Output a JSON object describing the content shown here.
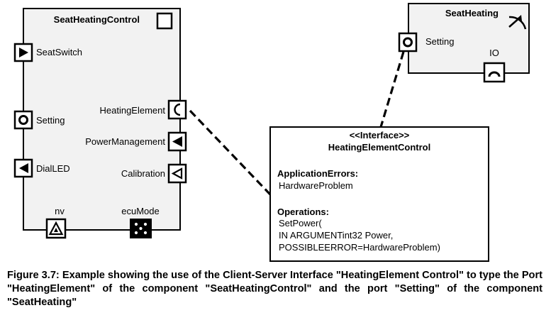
{
  "components": {
    "seat_heating_control": {
      "title": "SeatHeatingControl",
      "ports": {
        "seat_switch": "SeatSwitch",
        "setting": "Setting",
        "dial_led": "DialLED",
        "heating_element": "HeatingElement",
        "power_management": "PowerManagement",
        "calibration": "Calibration",
        "nv": "nv",
        "ecu_mode": "ecuMode"
      }
    },
    "seat_heating": {
      "title": "SeatHeating",
      "ports": {
        "setting": "Setting",
        "io": "IO"
      }
    }
  },
  "interface": {
    "stereotype": "<<Interface>>",
    "name": "HeatingElementControl",
    "errors_heading": "ApplicationErrors:",
    "errors": [
      "HardwareProblem"
    ],
    "operations_heading": "Operations:",
    "operations": [
      "SetPower(",
      "IN ARGUMENTint32 Power,",
      "POSSIBLEERROR=HardwareProblem)"
    ]
  },
  "caption": "Figure 3.7: Example showing the use of the Client-Server Interface \"HeatingElement Control\" to type the Port \"HeatingElement\" of the component \"SeatHeatingControl\" and the port \"Setting\" of the component \"SeatHeating\""
}
